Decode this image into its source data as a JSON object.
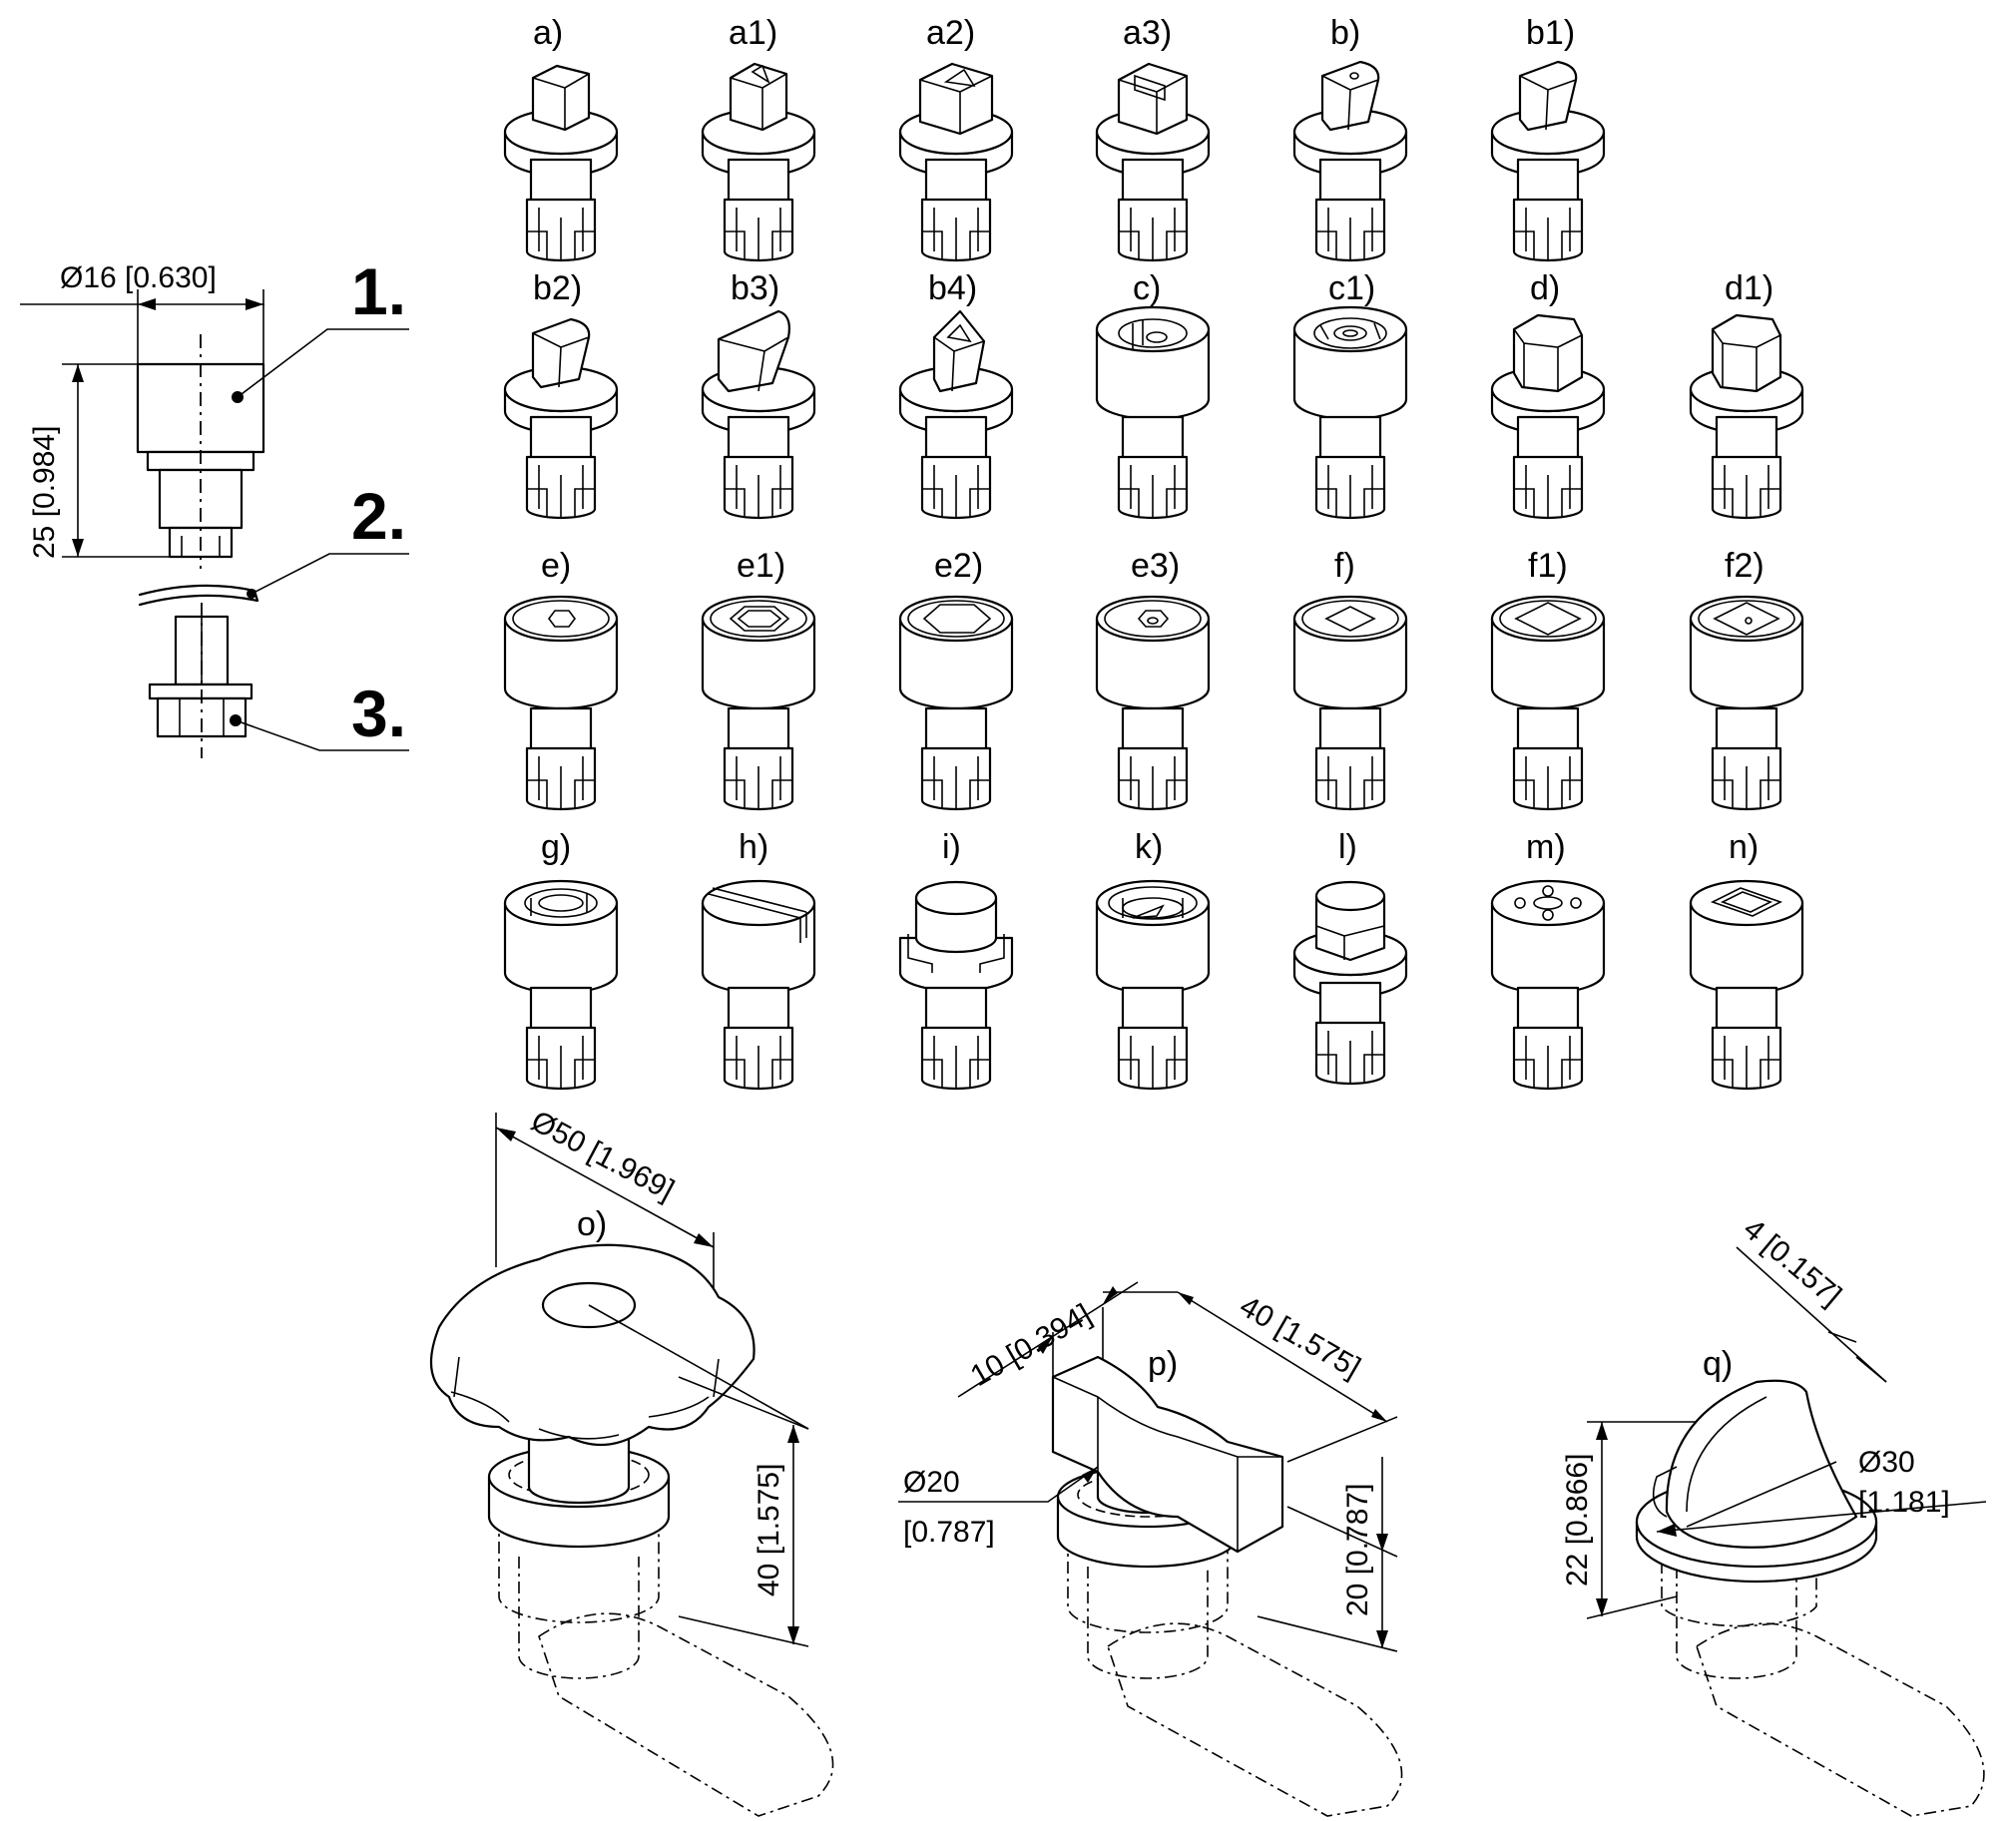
{
  "dimensions": {
    "diameter_16": "Ø16 [0.630]",
    "height_25": "25 [0.984]",
    "diameter_50": "Ø50 [1.969]",
    "height_40_o": "40 [1.575]",
    "width_10": "10 [0.394]",
    "length_40_p": "40 [1.575]",
    "diameter_20": "Ø20",
    "diameter_20_inch": "[0.787]",
    "height_20_p": "20 [0.787]",
    "width_4": "4 [0.157]",
    "height_22": "22 [0.866]",
    "diameter_30": "Ø30",
    "diameter_30_inch": "[1.181]"
  },
  "callouts": [
    "1.",
    "2.",
    "3."
  ],
  "variants": {
    "row1": [
      "a)",
      "a1)",
      "a2)",
      "a3)",
      "b)",
      "b1)"
    ],
    "row2": [
      "b2)",
      "b3)",
      "b4)",
      "c)",
      "c1)",
      "d)",
      "d1)"
    ],
    "row3": [
      "e)",
      "e1)",
      "e2)",
      "e3)",
      "f)",
      "f1)",
      "f2)"
    ],
    "row4": [
      "g)",
      "h)",
      "i)",
      "k)",
      "l)",
      "m)",
      "n)"
    ]
  },
  "handles": [
    "o)",
    "p)",
    "q)"
  ]
}
